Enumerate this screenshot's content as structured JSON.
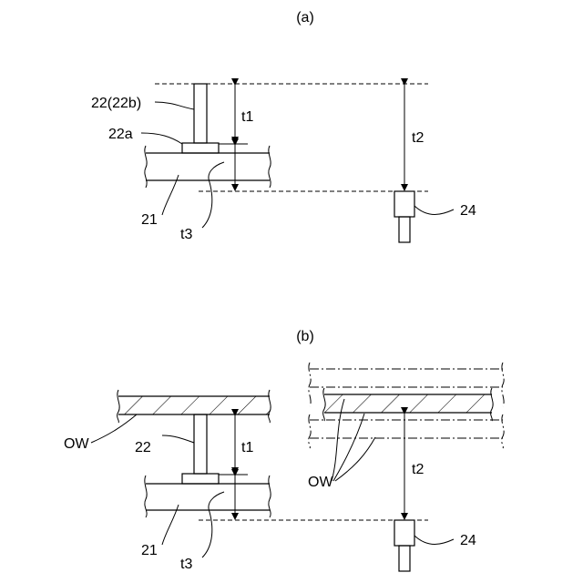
{
  "panel_a": {
    "caption": "(a)",
    "label_22": "22(22b)",
    "label_22a": "22a",
    "label_21": "21",
    "label_t1": "t1",
    "label_t2": "t2",
    "label_t3": "t3",
    "label_24": "24"
  },
  "panel_b": {
    "caption": "(b)",
    "label_ow_left": "OW",
    "label_22": "22",
    "label_21": "21",
    "label_t1": "t1",
    "label_t3": "t3",
    "label_ow_right": "OW",
    "label_t2": "t2",
    "label_24": "24"
  }
}
